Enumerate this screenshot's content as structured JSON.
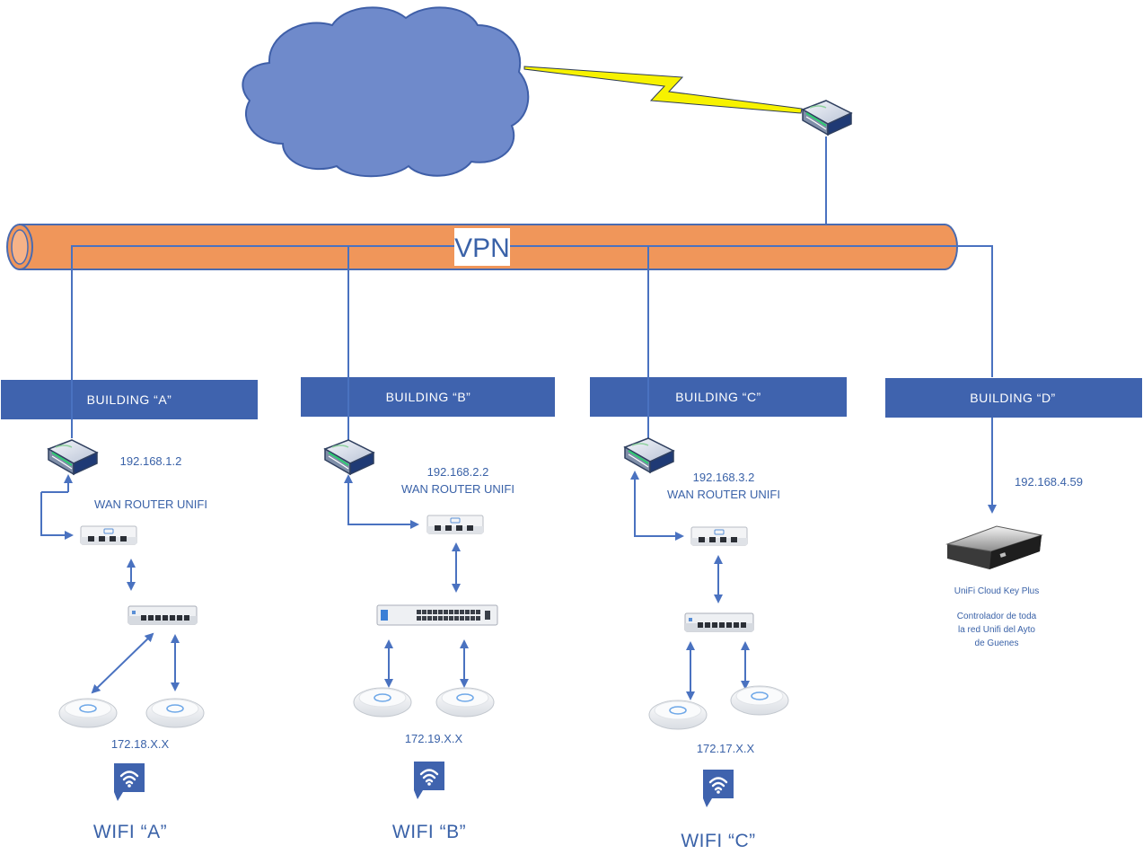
{
  "colors": {
    "cloud": "#6f8acb",
    "cloud_stroke": "#3f5fa8",
    "pipe": "#f0965a",
    "pipe_stroke": "#4a6bb0",
    "banner": "#3f63ae",
    "line": "#4a72c0",
    "bolt": "#f7f200",
    "text": "#3a62a8"
  },
  "vpn_label": "VPN",
  "buildings": [
    {
      "id": "a",
      "label": "BUILDING “A”",
      "ip": "192.168.1.2",
      "router_label": "WAN ROUTER UNIFI",
      "subnet": "172.18.X.X",
      "wifi_label": "WIFI “A”"
    },
    {
      "id": "b",
      "label": "BUILDING “B”",
      "ip": "192.168.2.2",
      "router_label": "WAN ROUTER UNIFI",
      "subnet": "172.19.X.X",
      "wifi_label": "WIFI “B”"
    },
    {
      "id": "c",
      "label": "BUILDING “C”",
      "ip": "192.168.3.2",
      "router_label": "WAN ROUTER UNIFI",
      "subnet": "172.17.X.X",
      "wifi_label": "WIFI “C”"
    },
    {
      "id": "d",
      "label": "BUILDING “D”",
      "ip": "192.168.4.59",
      "device_name": "UniFi Cloud Key Plus",
      "device_desc_lines": [
        "Controlador de toda",
        "la red Unifi del Ayto",
        "de Guenes"
      ]
    }
  ]
}
